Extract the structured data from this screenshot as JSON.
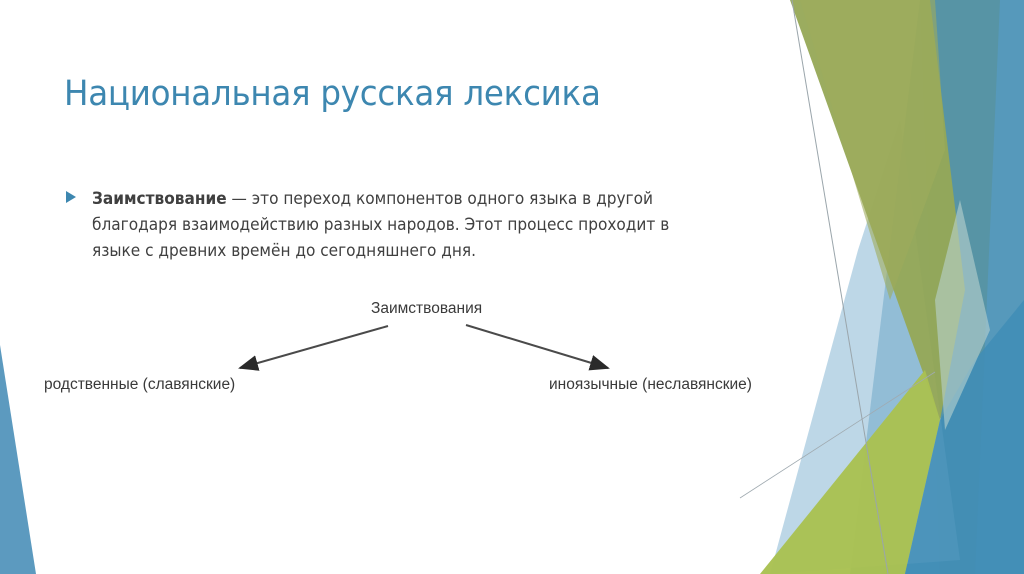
{
  "slide": {
    "title": "Национальная русская лексика",
    "bullet": {
      "term": "Заимствование",
      "text": " — это переход компонентов одного языка в другой благодаря взаимодействию разных народов. Этот процесс проходит в языке с древних времён до сегодняшнего дня."
    },
    "diagram": {
      "root": "Заимствования",
      "left_child": "родственные (славянские)",
      "right_child": "иноязычные (неславянские)"
    },
    "colors": {
      "title": "#3d87b0",
      "text": "#404040",
      "accent_blue": "#4a90b5",
      "accent_green": "#9aac4e",
      "light_blue": "#b9d4e6",
      "lime": "#a9c150"
    }
  }
}
